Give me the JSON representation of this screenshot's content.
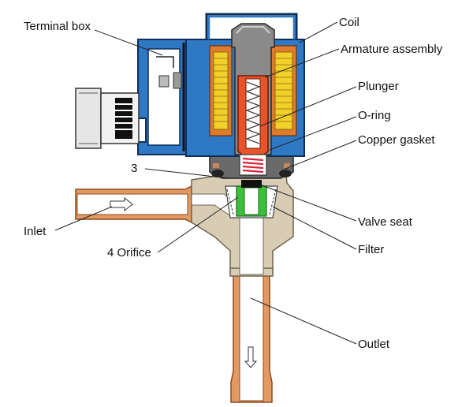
{
  "labels": {
    "terminal_box": "Terminal box",
    "coil": "Coil",
    "armature_assembly": "Armature assembly",
    "plunger": "Plunger",
    "o_ring": "O-ring",
    "copper_gasket": "Copper gasket",
    "part_3": "3",
    "inlet": "Inlet",
    "valve_seat": "Valve seat",
    "orifice": "4 Orifice",
    "filter": "Filter",
    "outlet": "Outlet"
  },
  "colors": {
    "housing_blue": "#2e78c4",
    "coil_yellow": "#f2d02a",
    "coil_copper": "#e07a2e",
    "plunger_red": "#e8542a",
    "armature_gray": "#8a8a8a",
    "body_tan": "#d8ccb4",
    "copper_pipe": "#e39a62",
    "filter_green": "#3cc03c",
    "spring_red": "#d9263a"
  }
}
